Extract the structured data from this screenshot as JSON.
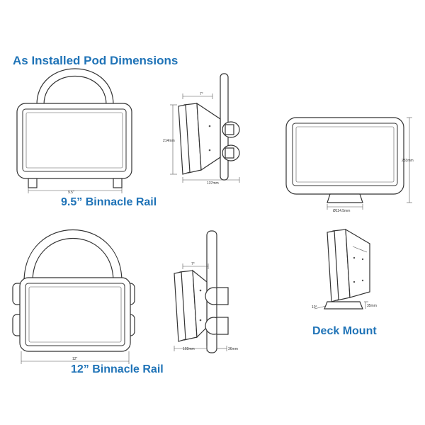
{
  "headings": {
    "title": "As Installed Pod Dimensions",
    "binnacle_95": "9.5” Binnacle Rail",
    "binnacle_12": "12” Binnacle Rail",
    "deck_mount": "Deck Mount"
  },
  "dimensions": {
    "front_95_width": "9.5\"",
    "side_95_angle": "7°",
    "side_95_height": "214mm",
    "side_95_depth": "137mm",
    "deck_front_height": "233mm",
    "deck_front_base": "Ø114.5mm",
    "front_12_width": "12\"",
    "side_12_angle": "7°",
    "side_12_depth": "102mm",
    "side_12_rail": "36mm",
    "deck_side_angle": "10°",
    "deck_side_base": "35mm"
  },
  "colors": {
    "heading": "#1f73b7",
    "line": "#333333"
  }
}
